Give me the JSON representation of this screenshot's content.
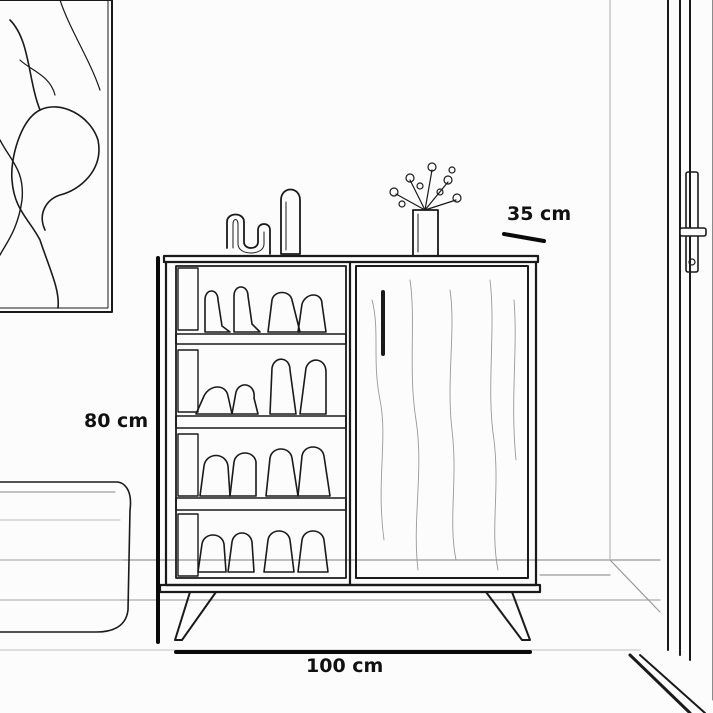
{
  "dimensions": {
    "height_label": "80 cm",
    "width_label": "100 cm",
    "depth_label": "35 cm"
  },
  "style": {
    "line_color": "#1a1a1a",
    "background_color": "#fcfcfc",
    "rendering": "pencil sketch, black and white"
  }
}
